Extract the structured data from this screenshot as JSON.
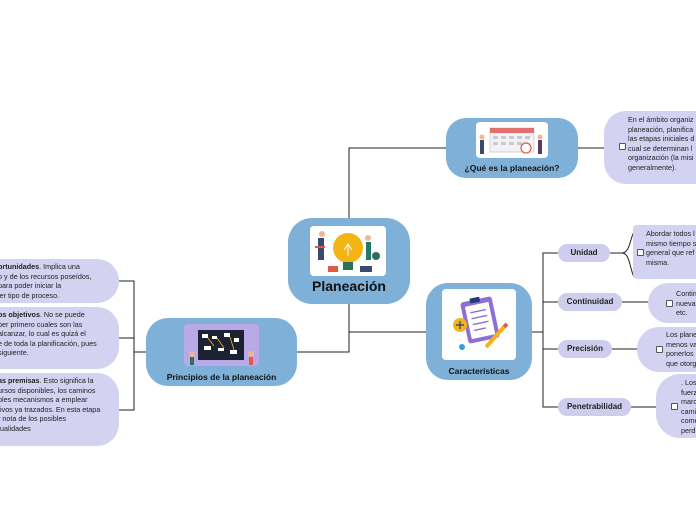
{
  "central": {
    "title": "Planeación"
  },
  "que_es": {
    "title": "¿Qué es la planeación?",
    "note_lines": [
      "En el ámbito organiz",
      "planeación, planifica",
      "las etapas iniciales d",
      "cual se determinan l",
      "organización (la misi",
      "generalmente)."
    ]
  },
  "principios": {
    "title": "Principios de la planeación",
    "notes": [
      {
        "lines": [
          {
            "bold": "ortunidades",
            "text": ". Implica una"
          },
          {
            "bold": "",
            "text": "o y de los recursos poseídos,"
          },
          {
            "bold": "",
            "text": "para poder iniciar la"
          },
          {
            "bold": "",
            "text": "ier tipo de proceso."
          }
        ]
      },
      {
        "lines": [
          {
            "bold": "os objetivos",
            "text": ". No se puede"
          },
          {
            "bold": "",
            "text": "ber primero cuales son las"
          },
          {
            "bold": "",
            "text": "alcanzar, lo cual es quizá el"
          },
          {
            "bold": "",
            "text": "e de toda la planificación, pues"
          },
          {
            "bold": "",
            "text": "siguiente."
          }
        ]
      },
      {
        "lines": [
          {
            "bold": "as premisas",
            "text": ". Esto significa la"
          },
          {
            "bold": "",
            "text": "ursos disponibles, los caminos"
          },
          {
            "bold": "",
            "text": "bles mecanismos a emplear"
          },
          {
            "bold": "",
            "text": "tivos ya trazados. En esta etapa"
          },
          {
            "bold": "",
            "text": "r nota de los posibles"
          },
          {
            "bold": "",
            "text": "tualidades"
          }
        ]
      }
    ]
  },
  "caracteristicas": {
    "title": "Características",
    "items": [
      {
        "label": "Unidad",
        "note_lines": [
          "Abordar todos l",
          "mismo tiempo s",
          "general que ref",
          "misma."
        ]
      },
      {
        "label": "Continuidad",
        "note_lines": [
          "Contin",
          "nueva",
          "etc."
        ]
      },
      {
        "label": "Precisión",
        "note_lines": [
          "Los plane",
          "menos va",
          "ponerlos",
          "que otorg"
        ]
      },
      {
        "label": "Penetrabilidad",
        "note_lines": [
          ". Los",
          "fuerz",
          "marc",
          "cami",
          "come",
          "perd"
        ]
      }
    ]
  },
  "colors": {
    "node": "#7fb0d8",
    "pill": "#cfcdee",
    "note": "#d4d2f1",
    "line": "#222222",
    "bulb": "#f5b416"
  }
}
